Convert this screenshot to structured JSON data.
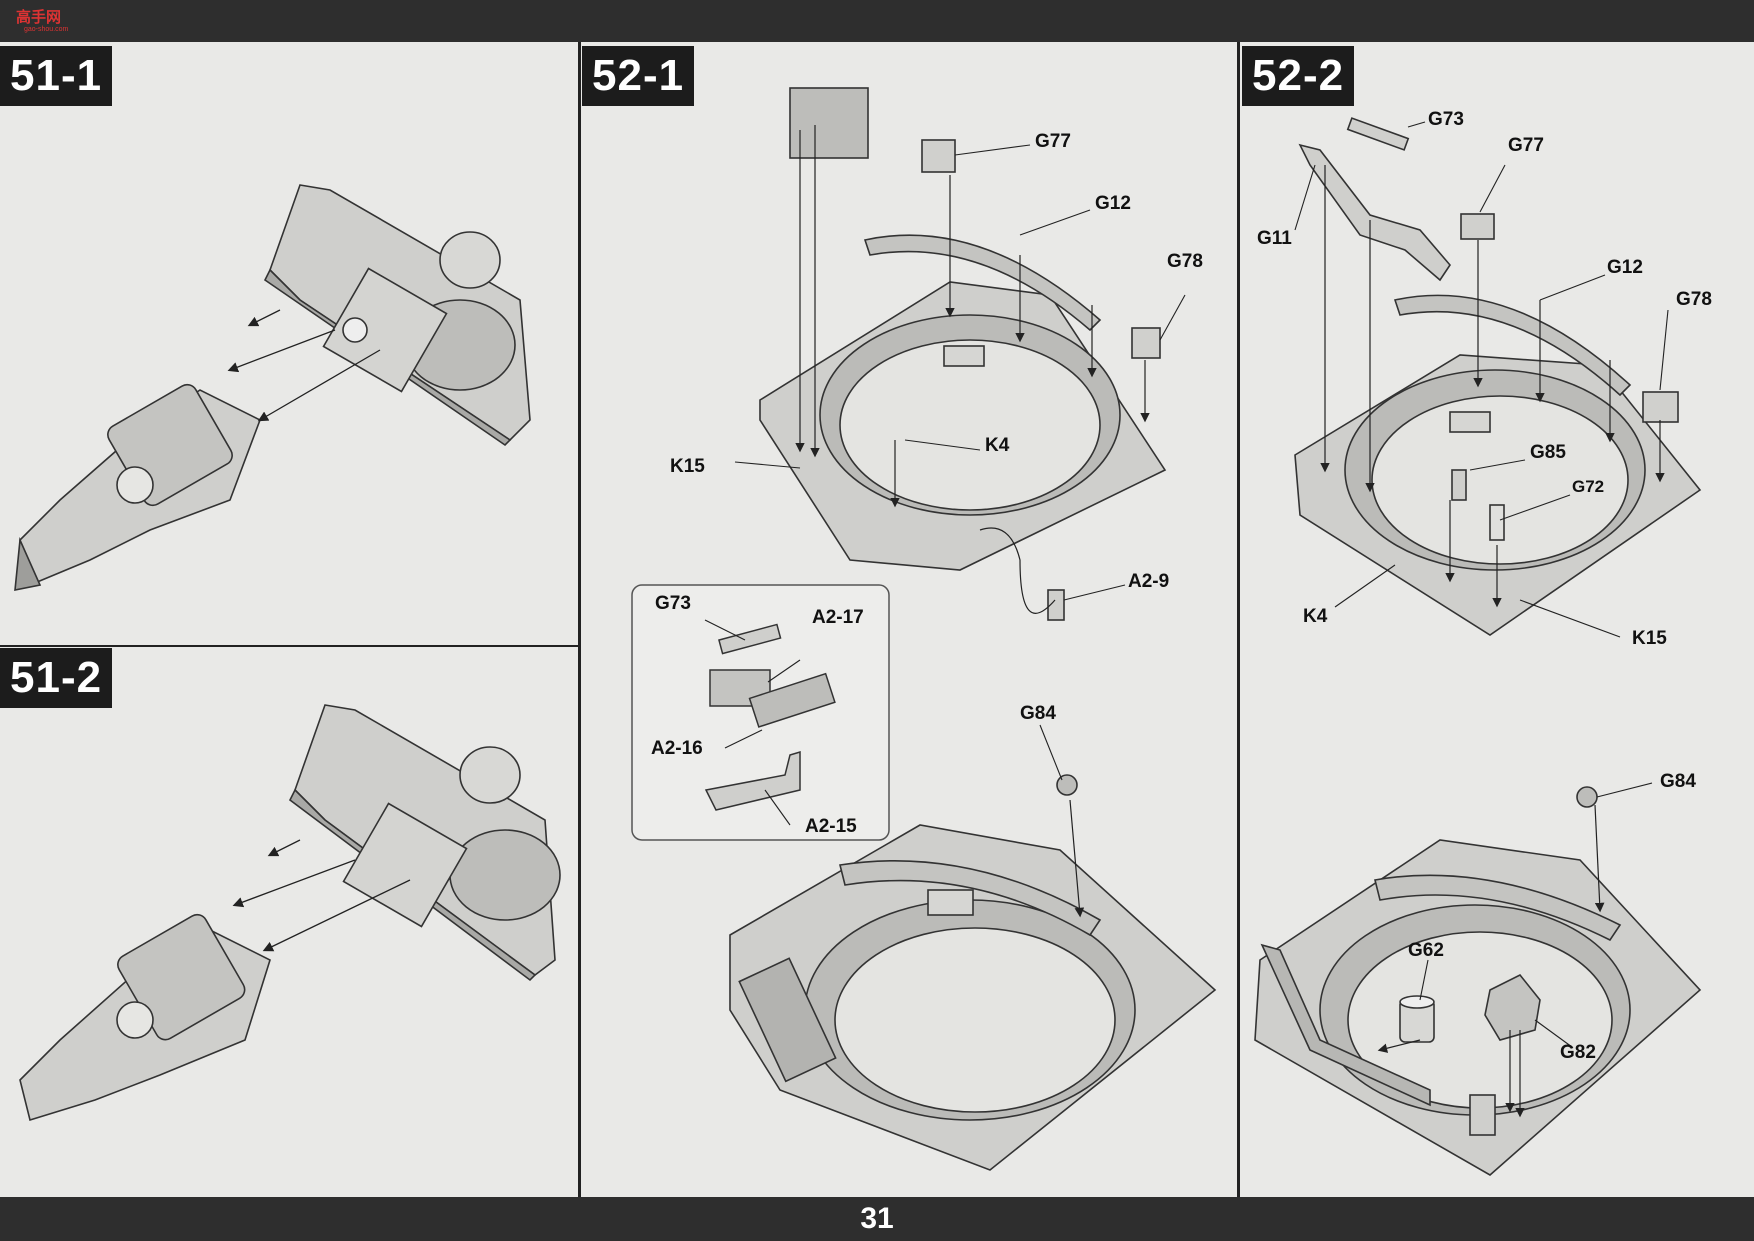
{
  "page": {
    "number": "31"
  },
  "watermark": {
    "text": "高手网",
    "sub": "gao-shou.com"
  },
  "steps": {
    "s51_1": "51-1",
    "s51_2": "51-2",
    "s52_1": "52-1",
    "s52_2": "52-2"
  },
  "labels_52_1": {
    "g77": "G77",
    "g12": "G12",
    "g78": "G78",
    "k4": "K4",
    "k15": "K15",
    "a2_9": "A2-9",
    "g84": "G84"
  },
  "inset_52_1": {
    "g73": "G73",
    "a2_17": "A2-17",
    "a2_16": "A2-16",
    "a2_15": "A2-15"
  },
  "labels_52_2": {
    "g73": "G73",
    "g77": "G77",
    "g11": "G11",
    "g12": "G12",
    "g78": "G78",
    "g85": "G85",
    "g72": "G72",
    "k4": "K4",
    "k15": "K15",
    "g84": "G84",
    "g62": "G62",
    "g82": "G82"
  },
  "colors": {
    "bar": "#2e2e2e",
    "step_bg": "#1c1c1c",
    "paper": "#ededeb",
    "part": "#c9c9c6",
    "line": "#2a2a2a"
  }
}
